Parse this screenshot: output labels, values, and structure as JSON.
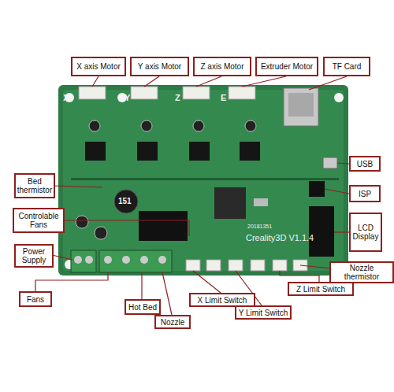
{
  "diagram": {
    "nodes": [
      {
        "text": [
          "X axis Motor"
        ]
      },
      {
        "text": [
          "Y axis Motor"
        ]
      },
      {
        "text": [
          "Z axis Motor"
        ]
      },
      {
        "text": [
          "Extruder Motor"
        ]
      },
      {
        "text": [
          "TF Card"
        ]
      },
      {
        "text": [
          "USB"
        ]
      },
      {
        "text": [
          "Bed thermistor"
        ]
      },
      {
        "text": [
          "ISP"
        ]
      },
      {
        "text": [
          "Controlable Fans"
        ]
      },
      {
        "text": [
          "LCD Display"
        ]
      },
      {
        "text": [
          "Power Supply"
        ]
      },
      {
        "text": [
          "Nozzle thermistor"
        ]
      },
      {
        "text": [
          "Fans"
        ]
      },
      {
        "text": [
          "Hot Bed"
        ]
      },
      {
        "text": [
          "Nozzle"
        ]
      },
      {
        "text": [
          "X Limit Switch"
        ]
      },
      {
        "text": [
          "Z Limit Switch"
        ]
      },
      {
        "text": [
          "Y Limit Switch"
        ]
      }
    ],
    "labels": [
      "X",
      "Y",
      "Z",
      "E",
      "151",
      "Creality3D V1.1.4",
      "20181351"
    ]
  }
}
